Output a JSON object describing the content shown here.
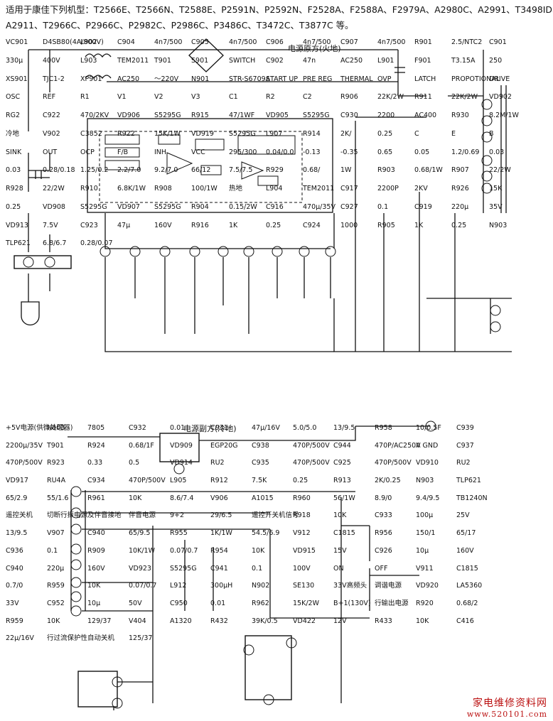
{
  "header": {
    "line1": "适用于康佳下列机型：T2566E、T2566N、T2588E、P2591N、P2592N、F2528A、F2588A、F2979A、A2980C、A2991、T3498ID、",
    "line2": "A2911、T2966C、P2966C、P2982C、P2986C、P3486C、T3472C、T3877C 等。"
  },
  "primary": {
    "title": "电源原方(火地)",
    "labels": [
      "VC901",
      "D4SB80(4A/800V)",
      "L902",
      "C904",
      "4n7/500",
      "C905",
      "4n7/500",
      "C906",
      "4n7/500",
      "C907",
      "4n7/500",
      "R901",
      "2.5/NTC2",
      "C901",
      "330μ",
      "400V",
      "L903",
      "TEM2011",
      "T901",
      "S901",
      "SWITCH",
      "C902",
      "47n",
      "AC250",
      "L901",
      "F901",
      "T3.15A",
      "250",
      "XS901",
      "TJC1-2",
      "XP901",
      "AC250",
      "～220V",
      "N901",
      "STR-S6709A",
      "START UP",
      "PRE REG",
      "THERMAL",
      "OVP",
      "LATCH",
      "PROPOTIONAL",
      "DRIVE",
      "OSC",
      "REF",
      "R1",
      "V1",
      "V2",
      "V3",
      "C1",
      "R2",
      "C2",
      "R906",
      "22K/2W",
      "R911",
      "22K/2W",
      "VD902",
      "RG2",
      "C922",
      "470/2KV",
      "VD906",
      "S5295G",
      "R915",
      "47/1WF",
      "VD905",
      "S5295G",
      "C930",
      "2200",
      "AC400",
      "R930",
      "8.2M/1W",
      "冷地",
      "V902",
      "C3852",
      "R922",
      "15K/1W",
      "VD919",
      "S5295G",
      "L907",
      "R914",
      "2K/",
      "0.25",
      "C",
      "E",
      "B",
      "SINK",
      "OUT",
      "OCP",
      "F/B",
      "INH",
      "VCC",
      "295/300",
      "0.04/0.0",
      "-0.13",
      "-0.35",
      "0.65",
      "0.05",
      "1.2/0.69",
      "0.03",
      "0.03",
      "0.28/0.18",
      "1.25/0.2",
      "2.2/7.0",
      "9.2/7.0",
      "66/12",
      "7.5/7.5",
      "R929",
      "0.68/",
      "1W",
      "R903",
      "0.68/1W",
      "R907",
      "22/2W",
      "R928",
      "22/2W",
      "R910",
      "6.8K/1W",
      "R908",
      "100/1W",
      "热地",
      "L904",
      "TEM2011",
      "C917",
      "2200P",
      "2KV",
      "R926",
      "15K",
      "0.25",
      "VD908",
      "S5295G",
      "VD907",
      "S5295G",
      "R904",
      "0.15/2W",
      "C916",
      "470μ/35V",
      "C927",
      "0.1",
      "C919",
      "220μ",
      "35V",
      "VD913",
      "7.5V",
      "C923",
      "47μ",
      "160V",
      "R916",
      "1K",
      "0.25",
      "C924",
      "1000",
      "R905",
      "1K",
      "0.25",
      "N903",
      "TLP621",
      "6.8/6.7",
      "0.28/0.07"
    ]
  },
  "secondary": {
    "title": "电源副方(冷地)",
    "labels": [
      "+5V电源(供微处理器)",
      "N603",
      "7805",
      "C932",
      "0.01",
      "C931",
      "47μ/16V",
      "5.0/5.0",
      "13/9.5",
      "R958",
      "10/0.5F",
      "C939",
      "2200μ/35V",
      "T901",
      "R924",
      "0.68/1F",
      "VD909",
      "EGP20G",
      "C938",
      "470P/500V",
      "C944",
      "470P/AC250V",
      "A GND",
      "C937",
      "470P/500V",
      "R923",
      "0.33",
      "0.5",
      "VD914",
      "RU2",
      "C935",
      "470P/500V",
      "C925",
      "470P/500V",
      "VD910",
      "RU2",
      "VD917",
      "RU4A",
      "C934",
      "470P/500V",
      "L905",
      "R912",
      "7.5K",
      "0.25",
      "R913",
      "2K/0.25",
      "N903",
      "TLP621",
      "65/2.9",
      "55/1.6",
      "R961",
      "10K",
      "8.6/7.4",
      "V906",
      "A1015",
      "R960",
      "56/1W",
      "8.9/0",
      "9.4/9.5",
      "TB1240N",
      "遥控关机",
      "切断行振电源",
      "及伴音接地",
      "伴音电源",
      "9+2",
      "29/6.5",
      "遥控开关机信号",
      "R918",
      "10K",
      "C933",
      "100μ",
      "25V",
      "13/9.5",
      "V907",
      "C940",
      "65/9.5",
      "R955",
      "1K/1W",
      "54.5/6.9",
      "V912",
      "C1815",
      "R956",
      "150/1",
      "65/17",
      "C936",
      "0.1",
      "R909",
      "10K/1W",
      "0.07/0.7",
      "R954",
      "10K",
      "VD915",
      "15V",
      "C926",
      "10μ",
      "160V",
      "C940",
      "220μ",
      "160V",
      "VD923",
      "S5295G",
      "C941",
      "0.1",
      "100V",
      "ON",
      "OFF",
      "V911",
      "C1815",
      "0.7/0",
      "R959",
      "10K",
      "0.07/0.7",
      "L912",
      "300μH",
      "N902",
      "SE130",
      "33V高频头",
      "调谐电源",
      "VD920",
      "LA5360",
      "33V",
      "C952",
      "10μ",
      "50V",
      "C950",
      "0.01",
      "R962",
      "15K/2W",
      "B+1(130V)",
      "行输出电源",
      "R920",
      "0.68/2",
      "R959",
      "10K",
      "129/37",
      "V404",
      "A1320",
      "R432",
      "39K/0.5",
      "VD422",
      "12V",
      "R433",
      "10K",
      "C416",
      "22μ/16V",
      "行过流保护性",
      "自动关机",
      "125/37"
    ]
  },
  "watermark": {
    "line1": "家电维修资料网",
    "line2": "www.520101.com"
  }
}
